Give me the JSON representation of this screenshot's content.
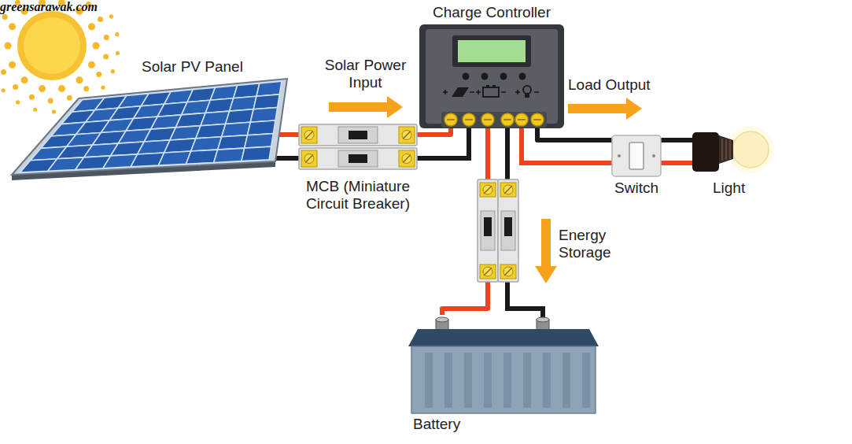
{
  "diagram": {
    "nodes": [
      {
        "text": [
          "Solar PV Panel"
        ]
      },
      {
        "text": [
          "MCB (Miniature Circuit Breaker)"
        ]
      },
      {
        "text": [
          "Charge Controller"
        ]
      },
      {
        "text": [
          "Switch"
        ]
      },
      {
        "text": [
          "Light"
        ]
      },
      {
        "text": [
          "Battery"
        ]
      }
    ],
    "edges": [
      {
        "from": 0,
        "to": 1,
        "arrow": "none"
      },
      {
        "from": 1,
        "to": 2,
        "arrow": "none"
      },
      {
        "from": 2,
        "to": 3,
        "arrow": "none"
      },
      {
        "from": 3,
        "to": 4,
        "arrow": "none"
      },
      {
        "from": 2,
        "to": 5,
        "arrow": "none"
      }
    ],
    "labels": [
      "Solar Power Input",
      "Load Output",
      "Energy Storage",
      "greensarawak.com"
    ]
  }
}
